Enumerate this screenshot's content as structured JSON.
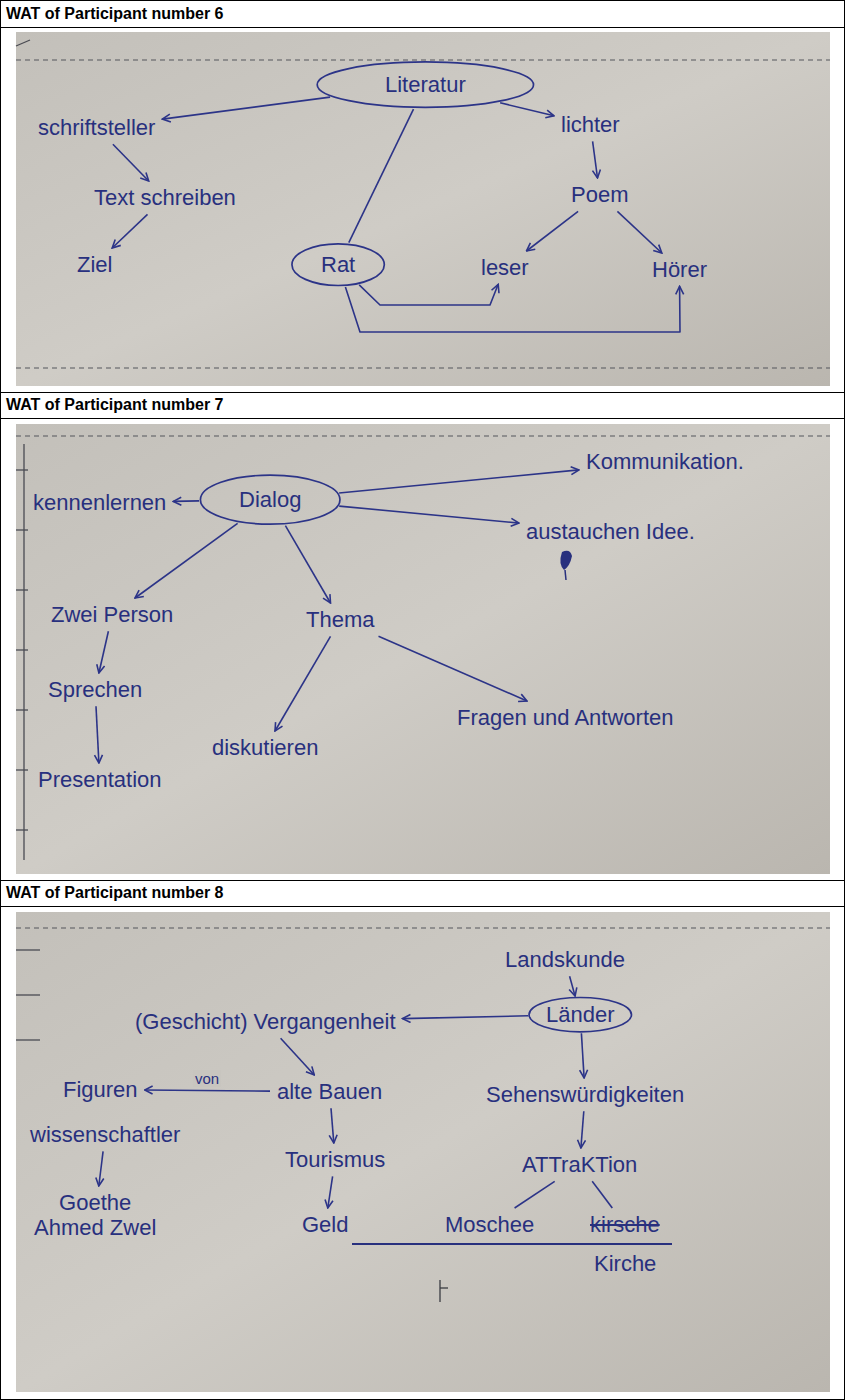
{
  "diagram": {
    "nodes": [
      {
        "text": [
          "Literatur"
        ]
      },
      {
        "text": [
          "schriftsteller"
        ]
      },
      {
        "text": [
          "Text schreiben"
        ]
      },
      {
        "text": [
          "Ziel"
        ]
      },
      {
        "text": [
          "Rat"
        ]
      },
      {
        "text": [
          "lichter"
        ]
      },
      {
        "text": [
          "Poem"
        ]
      },
      {
        "text": [
          "leser"
        ]
      },
      {
        "text": [
          "Hörer"
        ]
      },
      {
        "text": [
          "Dialog"
        ]
      },
      {
        "text": [
          "kennenlernen"
        ]
      },
      {
        "text": [
          "Kommunikation."
        ]
      },
      {
        "text": [
          "austauchen Idee."
        ]
      },
      {
        "text": [
          "Zwei Person"
        ]
      },
      {
        "text": [
          "Thema"
        ]
      },
      {
        "text": [
          "Sprechen"
        ]
      },
      {
        "text": [
          "diskutieren"
        ]
      },
      {
        "text": [
          "Fragen und Antworten"
        ]
      },
      {
        "text": [
          "Presentation"
        ]
      },
      {
        "text": [
          "Landskunde"
        ]
      },
      {
        "text": [
          "Länder"
        ]
      },
      {
        "text": [
          "(Geschicht) Vergangenheit"
        ]
      },
      {
        "text": [
          "Sehenswürdigkeiten"
        ]
      },
      {
        "text": [
          "Figuren"
        ]
      },
      {
        "text": [
          "alte Bauen"
        ]
      },
      {
        "text": [
          "wissenschaftler"
        ]
      },
      {
        "text": [
          "Goethe",
          "Ahmed Zwel"
        ]
      },
      {
        "text": [
          "Tourismus"
        ]
      },
      {
        "text": [
          "ATTraKTion"
        ]
      },
      {
        "text": [
          "Geld"
        ]
      },
      {
        "text": [
          "Moschee"
        ]
      },
      {
        "text": [
          "kirsche"
        ]
      }
    ],
    "edges": [
      {
        "from": 0,
        "to": 1,
        "arrow": "to"
      },
      {
        "from": 1,
        "to": 2,
        "arrow": "to"
      },
      {
        "from": 2,
        "to": 3,
        "arrow": "to"
      },
      {
        "from": 0,
        "to": 5,
        "arrow": "to"
      },
      {
        "from": 5,
        "to": 6,
        "arrow": "to"
      },
      {
        "from": 6,
        "to": 7,
        "arrow": "to"
      },
      {
        "from": 6,
        "to": 8,
        "arrow": "to"
      },
      {
        "from": 0,
        "to": 4,
        "arrow": "none"
      },
      {
        "from": 4,
        "to": 7,
        "arrow": "to"
      },
      {
        "from": 4,
        "to": 8,
        "arrow": "to"
      },
      {
        "from": 9,
        "to": 10,
        "arrow": "to"
      },
      {
        "from": 9,
        "to": 11,
        "arrow": "to"
      },
      {
        "from": 9,
        "to": 12,
        "arrow": "to"
      },
      {
        "from": 9,
        "to": 13,
        "arrow": "to"
      },
      {
        "from": 9,
        "to": 14,
        "arrow": "to"
      },
      {
        "from": 13,
        "to": 15,
        "arrow": "to"
      },
      {
        "from": 15,
        "to": 18,
        "arrow": "to"
      },
      {
        "from": 14,
        "to": 16,
        "arrow": "to"
      },
      {
        "from": 14,
        "to": 17,
        "arrow": "to"
      },
      {
        "from": 19,
        "to": 20,
        "arrow": "to"
      },
      {
        "from": 20,
        "to": 21,
        "arrow": "to"
      },
      {
        "from": 20,
        "to": 22,
        "arrow": "to"
      },
      {
        "from": 21,
        "to": 24,
        "arrow": "to"
      },
      {
        "from": 24,
        "to": 23,
        "label": "von",
        "arrow": "to"
      },
      {
        "from": 25,
        "to": 26,
        "arrow": "to"
      },
      {
        "from": 24,
        "to": 27,
        "arrow": "to"
      },
      {
        "from": 27,
        "to": 29,
        "arrow": "to"
      },
      {
        "from": 22,
        "to": 28,
        "arrow": "to"
      },
      {
        "from": 28,
        "to": 30,
        "arrow": "none"
      },
      {
        "from": 28,
        "to": 31,
        "arrow": "none"
      }
    ],
    "labels": [
      "WAT of Participant number 6",
      "WAT of Participant number 7",
      "WAT of Participant number 8",
      "Kirche"
    ]
  }
}
